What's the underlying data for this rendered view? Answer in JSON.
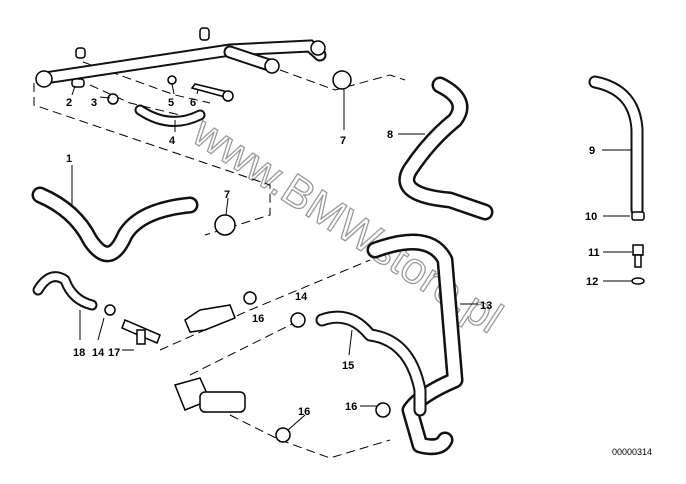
{
  "diagram": {
    "watermark": "www.BMWstore.pl",
    "diagram_code": "00000314",
    "callouts": {
      "c1": "1",
      "c2": "2",
      "c3": "3",
      "c4": "4",
      "c5": "5",
      "c6": "6",
      "c7a": "7",
      "c7b": "7",
      "c8": "8",
      "c9": "9",
      "c10": "10",
      "c11": "11",
      "c12": "12",
      "c13": "13",
      "c14a": "14",
      "c14b": "14",
      "c15": "15",
      "c16a": "16",
      "c16b": "16",
      "c16c": "16",
      "c17": "17",
      "c18": "18"
    }
  }
}
